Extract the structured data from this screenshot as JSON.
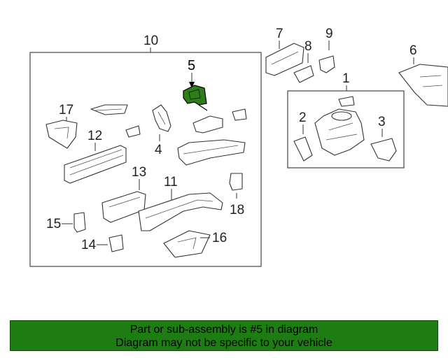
{
  "diagram": {
    "callouts": {
      "c1": "1",
      "c2": "2",
      "c3": "3",
      "c4": "4",
      "c5": "5",
      "c6": "6",
      "c7": "7",
      "c8": "8",
      "c9": "9",
      "c10": "10",
      "c11": "11",
      "c12": "12",
      "c13": "13",
      "c14": "14",
      "c15": "15",
      "c16": "16",
      "c17": "17",
      "c18": "18"
    },
    "highlight_color": "#2e7d1a"
  },
  "banner": {
    "line1": "Part or sub-assembly is #5 in diagram",
    "line2": "Diagram may not be specific to your vehicle",
    "color": "#1e7d12"
  }
}
